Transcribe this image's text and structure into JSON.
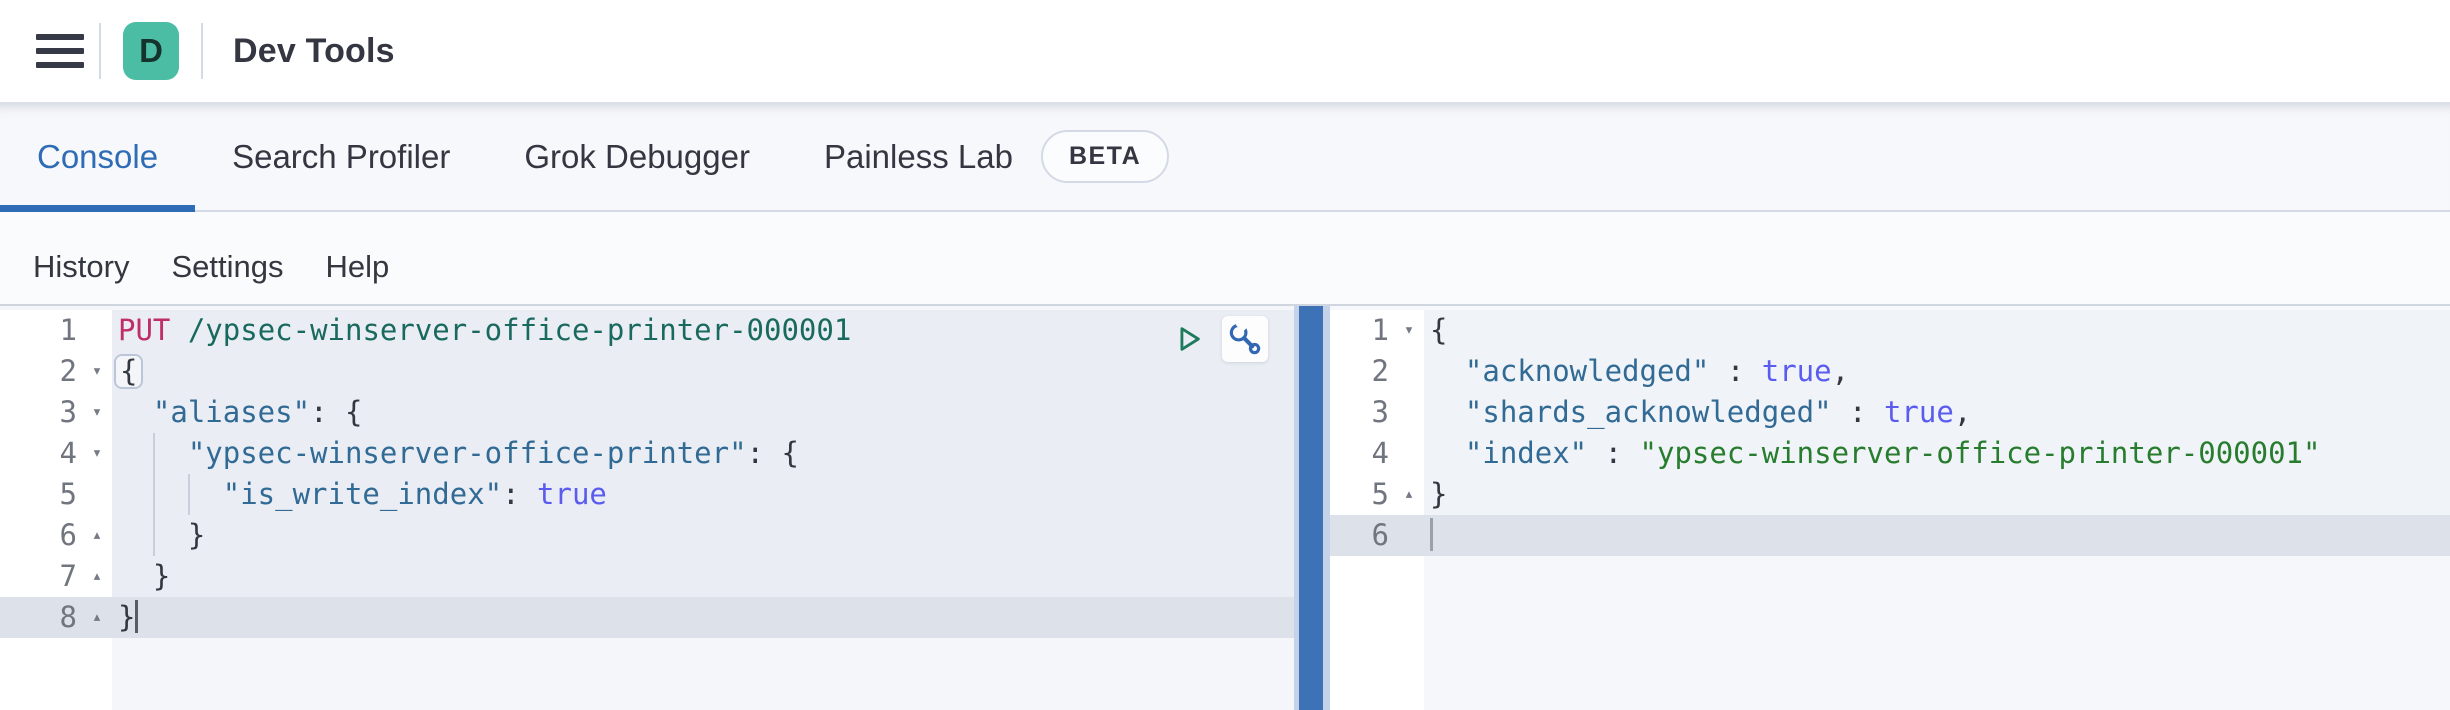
{
  "header": {
    "app_initial": "D",
    "title": "Dev Tools"
  },
  "tabs": [
    {
      "label": "Console",
      "active": true
    },
    {
      "label": "Search Profiler",
      "active": false
    },
    {
      "label": "Grok Debugger",
      "active": false
    },
    {
      "label": "Painless Lab",
      "active": false,
      "badge": "BETA"
    }
  ],
  "console_menu": [
    {
      "label": "History"
    },
    {
      "label": "Settings"
    },
    {
      "label": "Help"
    }
  ],
  "icons": {
    "menu": "hamburger-menu-icon",
    "run_request": "play-icon",
    "request_options": "wrench-icon",
    "fold_open": "▾",
    "fold_close": "▴"
  },
  "colors": {
    "active_tab_blue": "#2e6cb5",
    "splitter_blue": "#3d73b6",
    "app_badge_teal": "#4cbda5",
    "method_pink": "#bf2f65",
    "url_teal": "#19695e",
    "key_blue": "#316a94",
    "boolean_indigo": "#5a5cf0",
    "string_green": "#277c2e"
  },
  "request_editor": {
    "lines": [
      {
        "num": "1",
        "fold": "",
        "segments": [
          {
            "cls": "method",
            "text": "PUT"
          },
          {
            "cls": "url",
            "text": " /ypsec-winserver-office-printer-000001"
          }
        ]
      },
      {
        "num": "2",
        "fold": "down",
        "segments": [
          {
            "cls": "punct matched",
            "text": "{"
          }
        ]
      },
      {
        "num": "3",
        "fold": "down",
        "segments": [
          {
            "cls": "key",
            "text": "  \"aliases\""
          },
          {
            "cls": "punct",
            "text": ": {"
          }
        ]
      },
      {
        "num": "4",
        "fold": "down",
        "guides": [
          2
        ],
        "segments": [
          {
            "cls": "key",
            "text": "    \"ypsec-winserver-office-printer\""
          },
          {
            "cls": "punct",
            "text": ": {"
          }
        ]
      },
      {
        "num": "5",
        "fold": "",
        "guides": [
          2,
          4
        ],
        "segments": [
          {
            "cls": "key",
            "text": "      \"is_write_index\""
          },
          {
            "cls": "punct",
            "text": ": "
          },
          {
            "cls": "bool",
            "text": "true"
          }
        ]
      },
      {
        "num": "6",
        "fold": "up",
        "guides": [
          2
        ],
        "segments": [
          {
            "cls": "punct",
            "text": "    }"
          }
        ]
      },
      {
        "num": "7",
        "fold": "up",
        "segments": [
          {
            "cls": "punct",
            "text": "  }"
          }
        ]
      },
      {
        "num": "8",
        "fold": "up",
        "active": true,
        "cursor": true,
        "segments": [
          {
            "cls": "punct",
            "text": "}"
          }
        ]
      }
    ]
  },
  "response_editor": {
    "lines": [
      {
        "num": "1",
        "fold": "down",
        "segments": [
          {
            "cls": "punct",
            "text": "{"
          }
        ]
      },
      {
        "num": "2",
        "segments": [
          {
            "cls": "key",
            "text": "  \"acknowledged\""
          },
          {
            "cls": "punct",
            "text": " : "
          },
          {
            "cls": "bool",
            "text": "true"
          },
          {
            "cls": "punct",
            "text": ","
          }
        ]
      },
      {
        "num": "3",
        "segments": [
          {
            "cls": "key",
            "text": "  \"shards_acknowledged\""
          },
          {
            "cls": "punct",
            "text": " : "
          },
          {
            "cls": "bool",
            "text": "true"
          },
          {
            "cls": "punct",
            "text": ","
          }
        ]
      },
      {
        "num": "4",
        "segments": [
          {
            "cls": "key",
            "text": "  \"index\""
          },
          {
            "cls": "punct",
            "text": " : "
          },
          {
            "cls": "str",
            "text": "\"ypsec-winserver-office-printer-000001\""
          }
        ]
      },
      {
        "num": "5",
        "fold": "up",
        "segments": [
          {
            "cls": "punct",
            "text": "}"
          }
        ]
      },
      {
        "num": "6",
        "active": true,
        "cursor": true,
        "segments": []
      }
    ]
  }
}
